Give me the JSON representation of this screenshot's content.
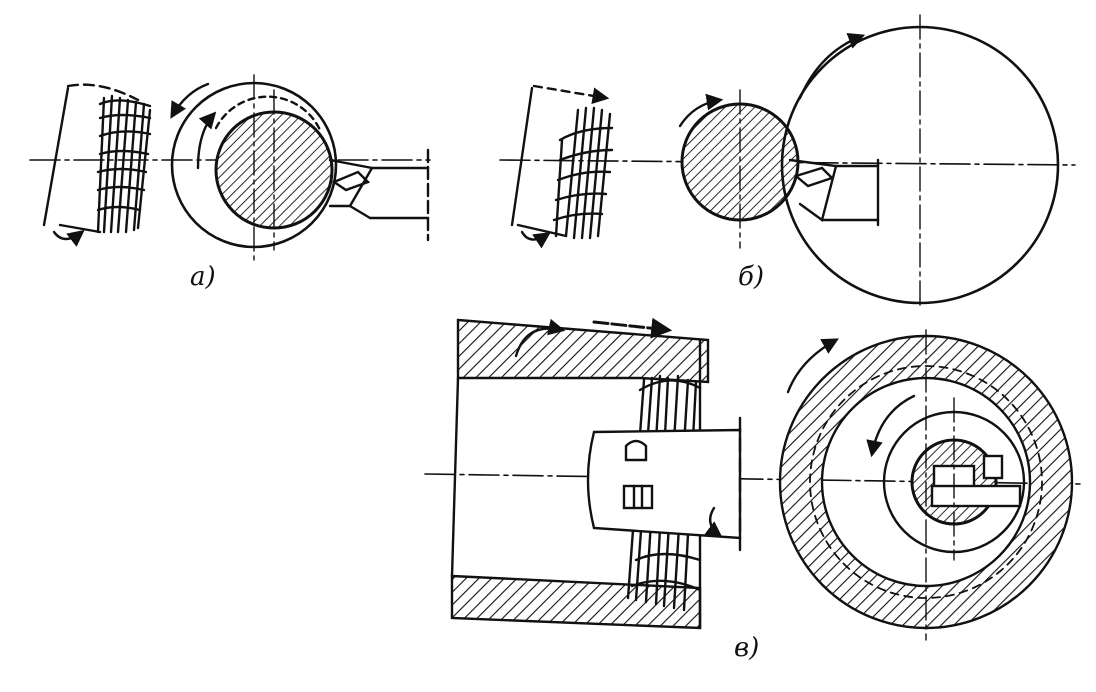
{
  "figure": {
    "background": "#ffffff",
    "ink": "#111111",
    "panels": [
      {
        "id": "a",
        "caption": "а)"
      },
      {
        "id": "b",
        "caption": "б)"
      },
      {
        "id": "c",
        "caption": "в)"
      }
    ]
  }
}
